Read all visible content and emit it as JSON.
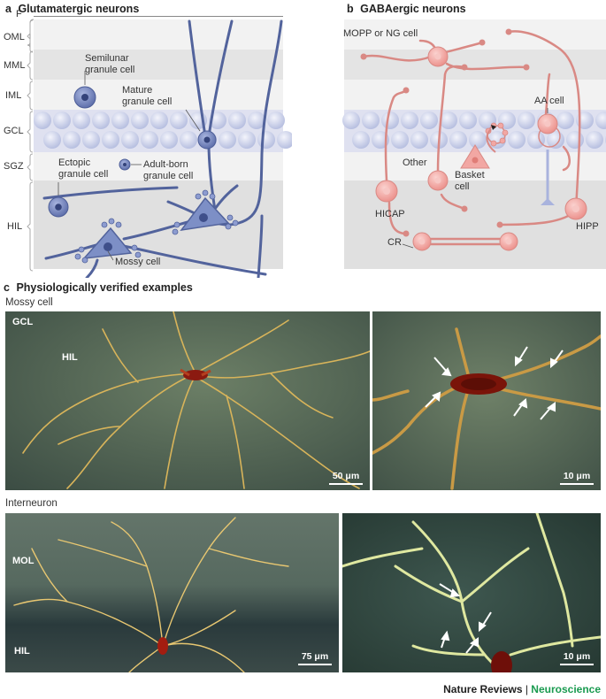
{
  "panel_a": {
    "letter": "a",
    "title": "Glutamatergic neurons",
    "layers": {
      "F": "F",
      "OML": "OML",
      "MML": "MML",
      "IML": "IML",
      "GCL": "GCL",
      "SGZ": "SGZ",
      "HIL": "HIL"
    },
    "labels": {
      "semilunar": "Semilunar\ngranule cell",
      "mature": "Mature\ngranule cell",
      "ectopic": "Ectopic\ngranule cell",
      "adult_born": "Adult-born\ngranule cell",
      "mossy": "Mossy cell"
    }
  },
  "panel_b": {
    "letter": "b",
    "title": "GABAergic neurons",
    "labels": {
      "mopp": "MOPP or NG cell",
      "aa": "AA cell",
      "other": "Other",
      "basket": "Basket\ncell",
      "hicap": "HICAP",
      "hipp": "HIPP",
      "cr": "CR"
    }
  },
  "panel_c": {
    "letter": "c",
    "title": "Physiologically verified examples",
    "mossy_heading": "Mossy cell",
    "interneuron_heading": "Interneuron",
    "img1": {
      "gcl": "GCL",
      "hil": "HIL",
      "scale": "50 μm"
    },
    "img2": {
      "scale": "10 μm"
    },
    "img3": {
      "mol": "MOL",
      "hil": "HIL",
      "scale": "75 μm"
    },
    "img4": {
      "scale": "10 μm"
    }
  },
  "footer": {
    "journal": "Nature Reviews",
    "separator": " | ",
    "section": "Neuroscience"
  },
  "colors": {
    "glut_cell": "#7d8fc6",
    "gaba_cell": "#f2a7a3",
    "gaba_line": "#d98984",
    "footer_green": "#1a9b50"
  }
}
